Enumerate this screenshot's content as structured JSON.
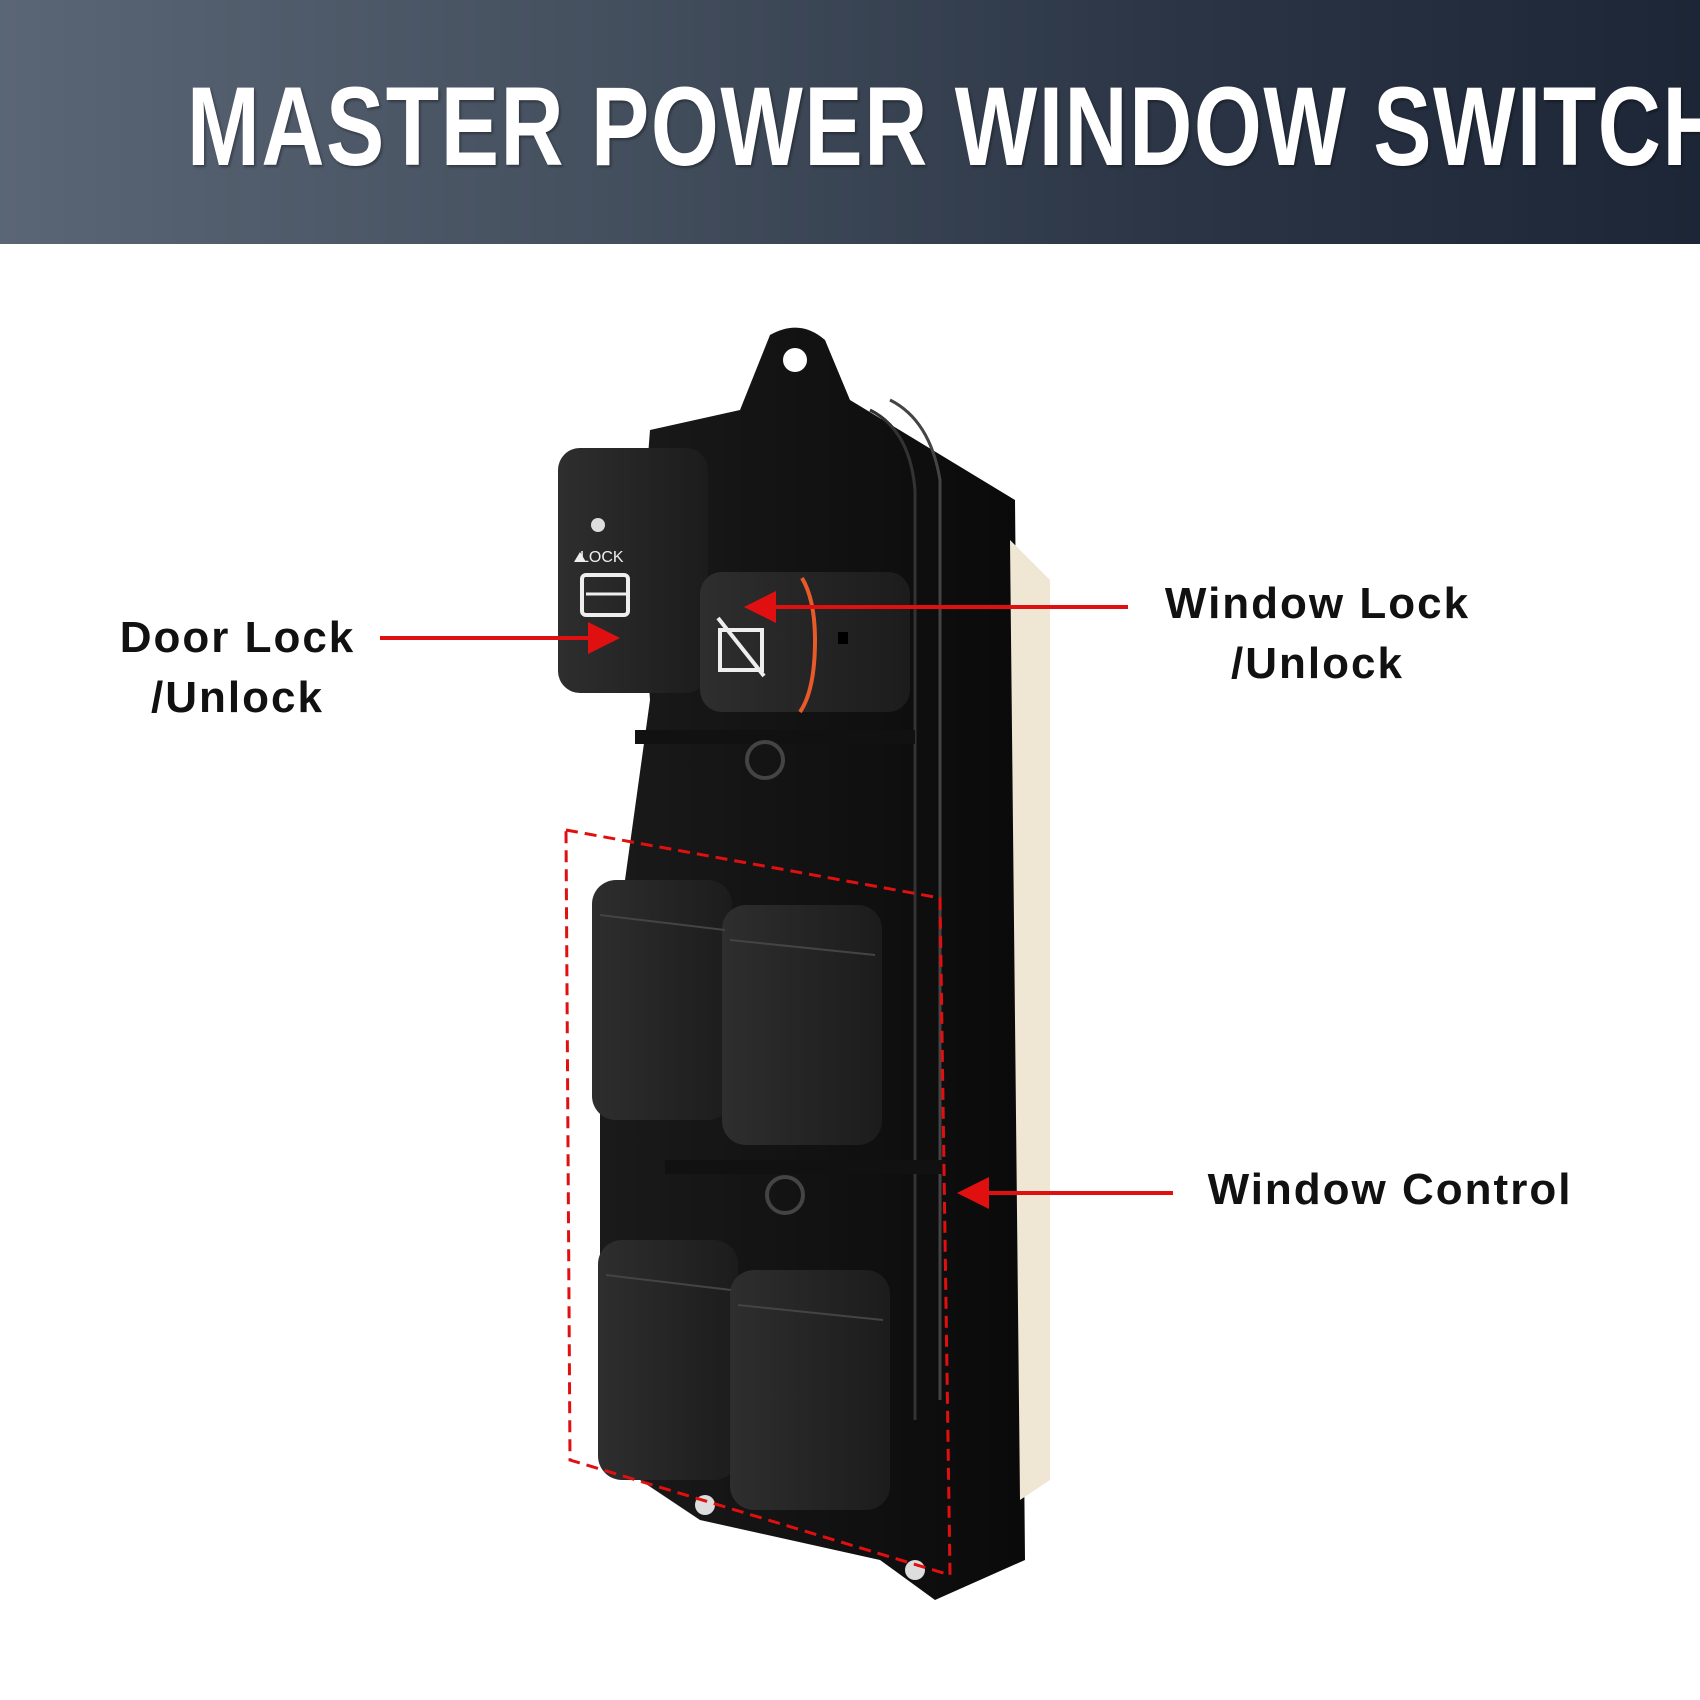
{
  "header": {
    "title": "MASTER POWER WINDOW SWITCH"
  },
  "callouts": {
    "door_lock": {
      "line1": "Door Lock",
      "line2": "/Unlock"
    },
    "window_lock": {
      "line1": "Window Lock",
      "line2": "/Unlock"
    },
    "window_control": {
      "line1": "Window Control"
    }
  },
  "device": {
    "lock_button_text": "LOCK"
  },
  "colors": {
    "accent": "#e01010",
    "header_dark": "#1d2636",
    "header_light": "#5a6575"
  }
}
